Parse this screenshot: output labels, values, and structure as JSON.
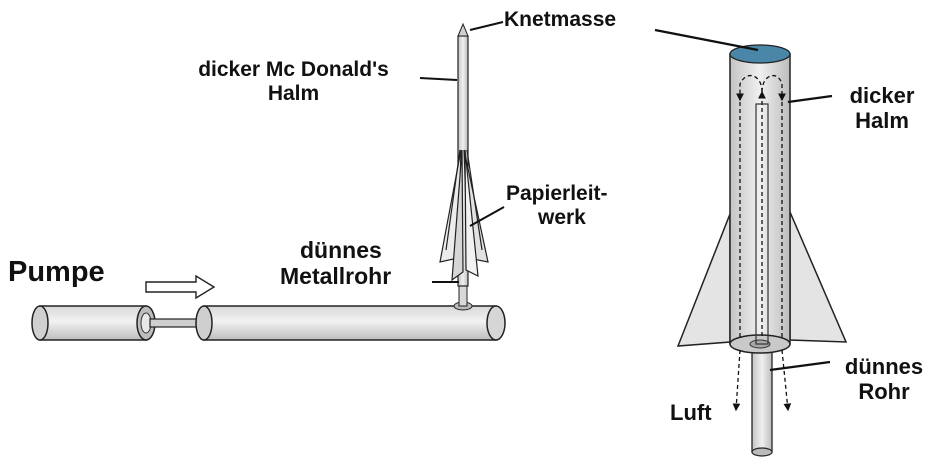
{
  "labels": {
    "knetmasse": "Knetmasse",
    "mcdonalds": [
      "dicker Mc Donald's",
      "Halm"
    ],
    "papierleitwerk": [
      "Papierleit-",
      "werk"
    ],
    "duennes_metallrohr": [
      "dünnes",
      "Metallrohr"
    ],
    "pumpe": "Pumpe",
    "dicker_halm": [
      "dicker",
      "Halm"
    ],
    "duennes_rohr": [
      "dünnes",
      "Rohr"
    ],
    "luft": "Luft"
  },
  "colors": {
    "ink": "#111111",
    "fill_light": "#e6e6e6",
    "fill_mid": "#c8c8c8",
    "clay": "#4a86a8"
  }
}
